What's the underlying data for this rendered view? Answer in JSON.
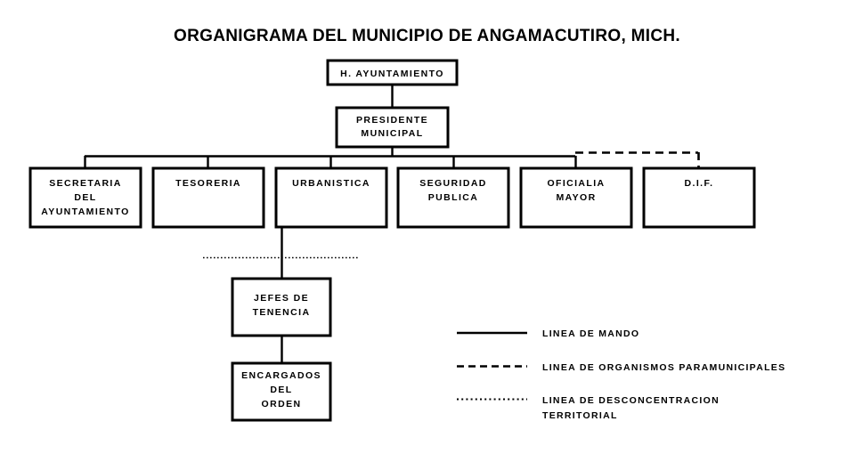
{
  "title": "ORGANIGRAMA DEL MUNICIPIO DE ANGAMACUTIRO, MICH.",
  "colors": {
    "background": "#ffffff",
    "stroke": "#000000",
    "text": "#000000"
  },
  "chart_data": {
    "type": "diagram",
    "title": "ORGANIGRAMA DEL MUNICIPIO DE ANGAMACUTIRO, MICH.",
    "nodes": [
      {
        "id": "ayuntamiento",
        "lines": [
          "H. AYUNTAMIENTO"
        ],
        "level": 0
      },
      {
        "id": "presidente",
        "lines": [
          "PRESIDENTE",
          "MUNICIPAL"
        ],
        "level": 1
      },
      {
        "id": "secretaria",
        "lines": [
          "SECRETARIA",
          "DEL",
          "AYUNTAMIENTO"
        ],
        "level": 2
      },
      {
        "id": "tesoreria",
        "lines": [
          "TESORERIA"
        ],
        "level": 2
      },
      {
        "id": "urbanistica",
        "lines": [
          "URBANISTICA"
        ],
        "level": 2
      },
      {
        "id": "seguridad",
        "lines": [
          "SEGURIDAD",
          "PUBLICA"
        ],
        "level": 2
      },
      {
        "id": "oficialia",
        "lines": [
          "OFICIALIA",
          "MAYOR"
        ],
        "level": 2
      },
      {
        "id": "dif",
        "lines": [
          "D.I.F."
        ],
        "level": 2
      },
      {
        "id": "jefes",
        "lines": [
          "JEFES DE",
          "TENENCIA"
        ],
        "level": 3
      },
      {
        "id": "encargados",
        "lines": [
          "ENCARGADOS",
          "DEL",
          "ORDEN"
        ],
        "level": 4
      }
    ],
    "edges": [
      {
        "from": "ayuntamiento",
        "to": "presidente",
        "style": "solid"
      },
      {
        "from": "presidente",
        "to": "secretaria",
        "style": "solid"
      },
      {
        "from": "presidente",
        "to": "tesoreria",
        "style": "solid"
      },
      {
        "from": "presidente",
        "to": "urbanistica",
        "style": "solid"
      },
      {
        "from": "presidente",
        "to": "seguridad",
        "style": "solid"
      },
      {
        "from": "presidente",
        "to": "oficialia",
        "style": "solid"
      },
      {
        "from": "presidente",
        "to": "dif",
        "style": "dashed"
      },
      {
        "from": "urbanistica",
        "to": "jefes",
        "style": "solid"
      },
      {
        "from": "jefes",
        "to": "encargados",
        "style": "solid"
      }
    ]
  },
  "nodes": {
    "ayuntamiento": {
      "line1": "H. AYUNTAMIENTO"
    },
    "presidente": {
      "line1": "PRESIDENTE",
      "line2": "MUNICIPAL"
    },
    "secretaria": {
      "line1": "SECRETARIA",
      "line2": "DEL",
      "line3": "AYUNTAMIENTO"
    },
    "tesoreria": {
      "line1": "TESORERIA"
    },
    "urbanistica": {
      "line1": "URBANISTICA"
    },
    "seguridad": {
      "line1": "SEGURIDAD",
      "line2": "PUBLICA"
    },
    "oficialia": {
      "line1": "OFICIALIA",
      "line2": "MAYOR"
    },
    "dif": {
      "line1": "D.I.F."
    },
    "jefes": {
      "line1": "JEFES DE",
      "line2": "TENENCIA"
    },
    "encargados": {
      "line1": "ENCARGADOS",
      "line2": "DEL",
      "line3": "ORDEN"
    }
  },
  "legend": {
    "items": [
      {
        "style": "solid",
        "line1": "LINEA DE MANDO",
        "line2": ""
      },
      {
        "style": "dashed",
        "line1": "LINEA DE  ORGANISMOS PARAMUNICIPALES",
        "line2": ""
      },
      {
        "style": "dotted",
        "line1": "LINEA DE DESCONCENTRACION",
        "line2": "TERRITORIAL"
      }
    ]
  }
}
